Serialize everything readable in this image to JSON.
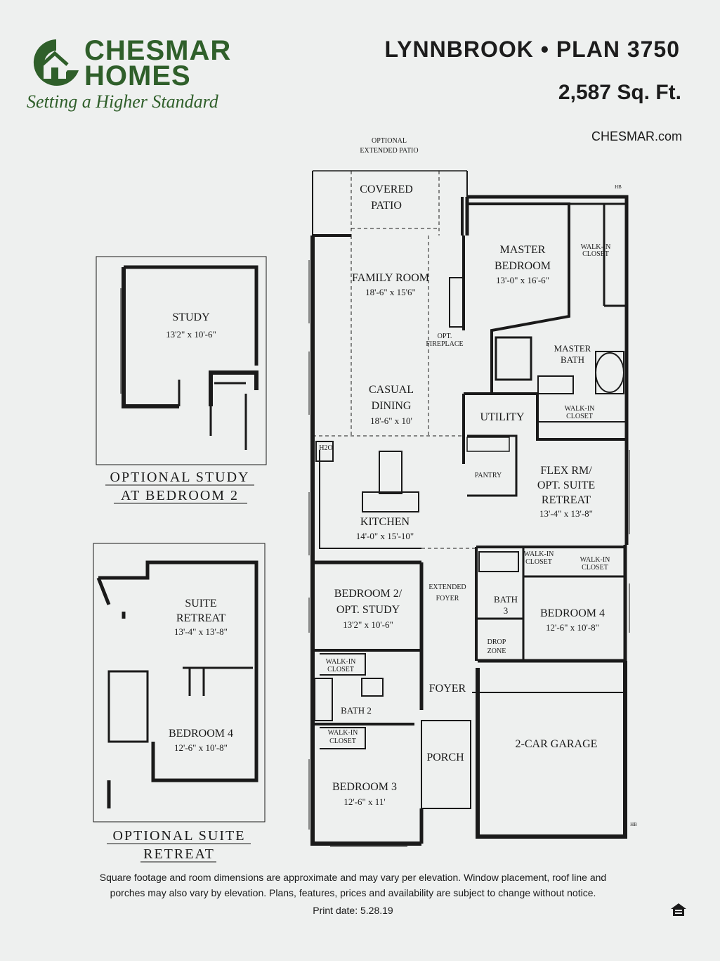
{
  "brand": {
    "name_line1": "CHESMAR",
    "name_line2": "HOMES",
    "tagline": "Setting a Higher Standard",
    "color": "#2f5f2a"
  },
  "header": {
    "title": "LYNNBROOK • PLAN 3750",
    "sqft": "2,587 Sq. Ft.",
    "website": "CHESMAR.com"
  },
  "plan": {
    "optional_patio": [
      "OPTIONAL",
      "EXTENDED PATIO"
    ],
    "covered_patio": [
      "COVERED",
      "PATIO"
    ],
    "family_room": {
      "name": "FAMILY ROOM",
      "dims": "18'-6\" x 15'6\""
    },
    "fireplace": [
      "OPT.",
      "FIREPLACE"
    ],
    "casual_dining": {
      "name": [
        "CASUAL",
        "DINING"
      ],
      "dims": "18'-6\" x 10'"
    },
    "master_bedroom": {
      "name": [
        "MASTER",
        "BEDROOM"
      ],
      "dims": "13'-0\" x 16'-6\""
    },
    "master_closet": [
      "WALK-IN",
      "CLOSET"
    ],
    "master_bath": [
      "MASTER",
      "BATH"
    ],
    "utility": "UTILITY",
    "walkin_closet2": [
      "WALK-IN",
      "CLOSET"
    ],
    "pantry": "PANTRY",
    "h2o": "H2O",
    "kitchen": {
      "name": "KITCHEN",
      "dims": "14'-0\" x 15'-10\""
    },
    "flex_room": {
      "name": [
        "FLEX RM/",
        "OPT. SUITE",
        "RETREAT"
      ],
      "dims": "13'-4\" x 13'-8\""
    },
    "bedroom2": {
      "name": [
        "BEDROOM 2/",
        "OPT. STUDY"
      ],
      "dims": "13'2\" x 10'-6\""
    },
    "extended_foyer": [
      "EXTENDED",
      "FOYER"
    ],
    "walkin_a": [
      "WALK-IN",
      "CLOSET"
    ],
    "walkin_b": [
      "WALK-IN",
      "CLOSET"
    ],
    "bath3": [
      "BATH",
      "3"
    ],
    "bedroom4": {
      "name": "BEDROOM 4",
      "dims": "12'-6\" x 10'-8\""
    },
    "drop_zone": [
      "DROP",
      "ZONE"
    ],
    "walkin_c": [
      "WALK-IN",
      "CLOSET"
    ],
    "bath2": "BATH 2",
    "foyer": "FOYER",
    "walkin_d": [
      "WALK-IN",
      "CLOSET"
    ],
    "porch": "PORCH",
    "garage": "2-CAR GARAGE",
    "bedroom3": {
      "name": "BEDROOM 3",
      "dims": "12'-6\" x 11'"
    },
    "hb_top": "HB",
    "hb_bottom": "HB"
  },
  "opt_study": {
    "name": "STUDY",
    "dims": "13'2\" x 10'-6\"",
    "caption": [
      "OPTIONAL STUDY",
      "AT BEDROOM 2"
    ]
  },
  "opt_suite": {
    "name": [
      "SUITE",
      "RETREAT"
    ],
    "dims": "13'-4\" x 13'-8\"",
    "bedroom": "BEDROOM 4",
    "bedroom_dims": "12'-6\" x 10'-8\"",
    "caption": [
      "OPTIONAL SUITE",
      "RETREAT"
    ]
  },
  "footer": {
    "disclaimer_line1": "Square footage and room dimensions are approximate and may vary per elevation.  Window placement, roof line and",
    "disclaimer_line2": "porches may also vary by elevation.  Plans, features, prices and availability are subject to change without notice.",
    "print_date": "Print date: 5.28.19",
    "eho_icon": "equal-housing-opportunity-icon"
  }
}
